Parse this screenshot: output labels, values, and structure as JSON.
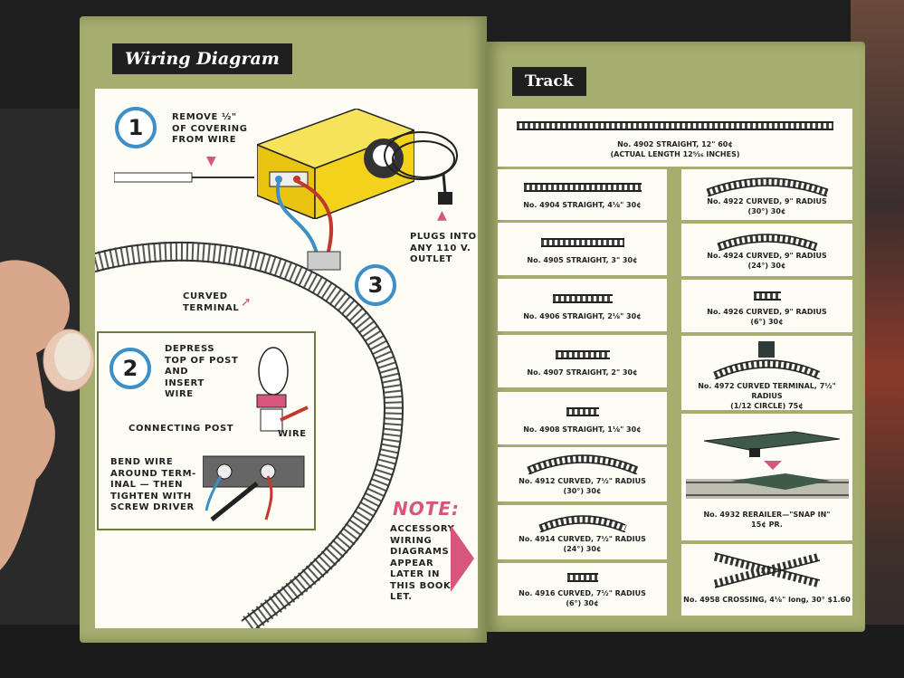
{
  "left": {
    "title": "Wiring Diagram",
    "step1": {
      "num": "1",
      "text": "REMOVE ½\"\nOF COVERING\nFROM WIRE"
    },
    "step2": {
      "num": "2",
      "text": "DEPRESS\nTOP OF POST\nAND\nINSERT\nWIRE"
    },
    "step3": {
      "num": "3"
    },
    "plugs": "PLUGS INTO\nANY 110 V.\nOUTLET",
    "curved_terminal": "CURVED\nTERMINAL",
    "connecting_post": "CONNECTING POST",
    "wire": "WIRE",
    "bend": "BEND WIRE\nAROUND TERM-\nINAL — THEN\nTIGHTEN WITH\nSCREW DRIVER",
    "note_title": "NOTE:",
    "note_text": "ACCESSORY\nWIRING\nDIAGRAMS\nAPPEAR\nLATER IN\nTHIS BOOK-\nLET."
  },
  "right": {
    "title": "Track",
    "top_item": "No. 4902 STRAIGHT, 12\"   60¢\n(ACTUAL LENGTH 12⁵⁄₁₆ INCHES)",
    "left_items": [
      "No. 4904 STRAIGHT, 4⅛\"   30¢",
      "No. 4905 STRAIGHT, 3\"   30¢",
      "No. 4906 STRAIGHT, 2⅛\"   30¢",
      "No. 4907 STRAIGHT, 2\"   30¢",
      "No. 4908 STRAIGHT, 1⅛\"   30¢",
      "No. 4912 CURVED, 7½\" RADIUS\n(30°)   30¢",
      "No. 4914 CURVED, 7½\" RADIUS\n(24°)   30¢",
      "No. 4916 CURVED, 7½\" RADIUS\n(6°)   30¢"
    ],
    "right_items": [
      "No. 4922 CURVED, 9\" RADIUS\n(30°)   30¢",
      "No. 4924 CURVED, 9\" RADIUS\n(24°)   30¢",
      "No. 4926 CURVED, 9\" RADIUS\n(6°)   30¢",
      "No. 4972 CURVED TERMINAL, 7½\" RADIUS\n(1/12 CIRCLE)   75¢",
      "No. 4932 RERAILER—\"SNAP IN\"\n15¢ PR.",
      "No. 4958 CROSSING, 4⅛\" long, 30°   $1.60"
    ]
  },
  "colors": {
    "page_green": "#a5ae6e",
    "accent_blue": "#3d8fc6",
    "accent_pink": "#d6567d",
    "transformer_yellow": "#f2d21b"
  }
}
